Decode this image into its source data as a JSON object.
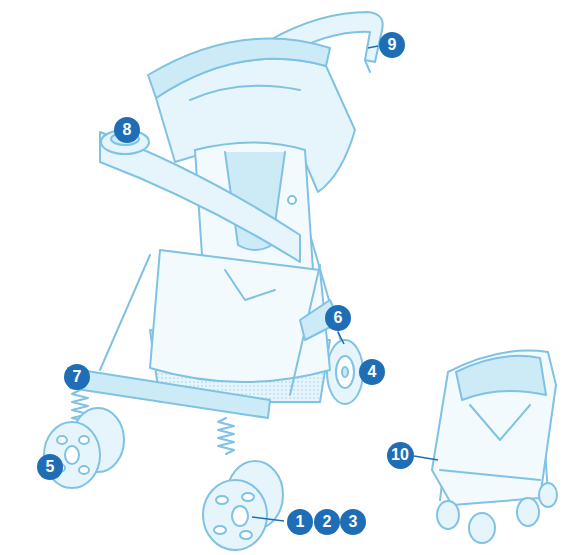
{
  "diagram": {
    "nodes": [
      {
        "text": [
          "9"
        ]
      },
      {
        "text": [
          "8"
        ]
      },
      {
        "text": [
          "6"
        ]
      },
      {
        "text": [
          "4"
        ]
      },
      {
        "text": [
          "7"
        ]
      },
      {
        "text": [
          "5"
        ]
      },
      {
        "text": [
          "10"
        ]
      },
      {
        "text": [
          "1"
        ]
      },
      {
        "text": [
          "2"
        ]
      },
      {
        "text": [
          "3"
        ]
      }
    ],
    "edges": []
  }
}
